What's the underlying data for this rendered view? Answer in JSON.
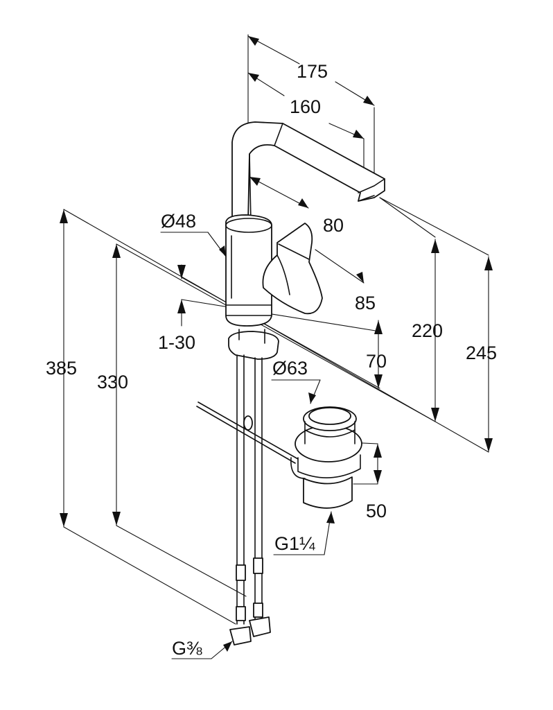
{
  "title": "Faucet dimensional drawing",
  "dimensions": {
    "width_total": "175",
    "width_spout": "160",
    "spout_offset": "80",
    "body_diameter": "Ø48",
    "lever_height": "85",
    "base_height": "70",
    "spout_height": "220",
    "total_height": "245",
    "deck_thickness": "1-30",
    "outer_height": "385",
    "inner_height": "330",
    "waste_diameter": "Ø63",
    "waste_height": "50",
    "waste_thread": "G1¼",
    "supply_thread": "G⅜"
  },
  "colors": {
    "line": "#111111",
    "background": "#ffffff"
  }
}
